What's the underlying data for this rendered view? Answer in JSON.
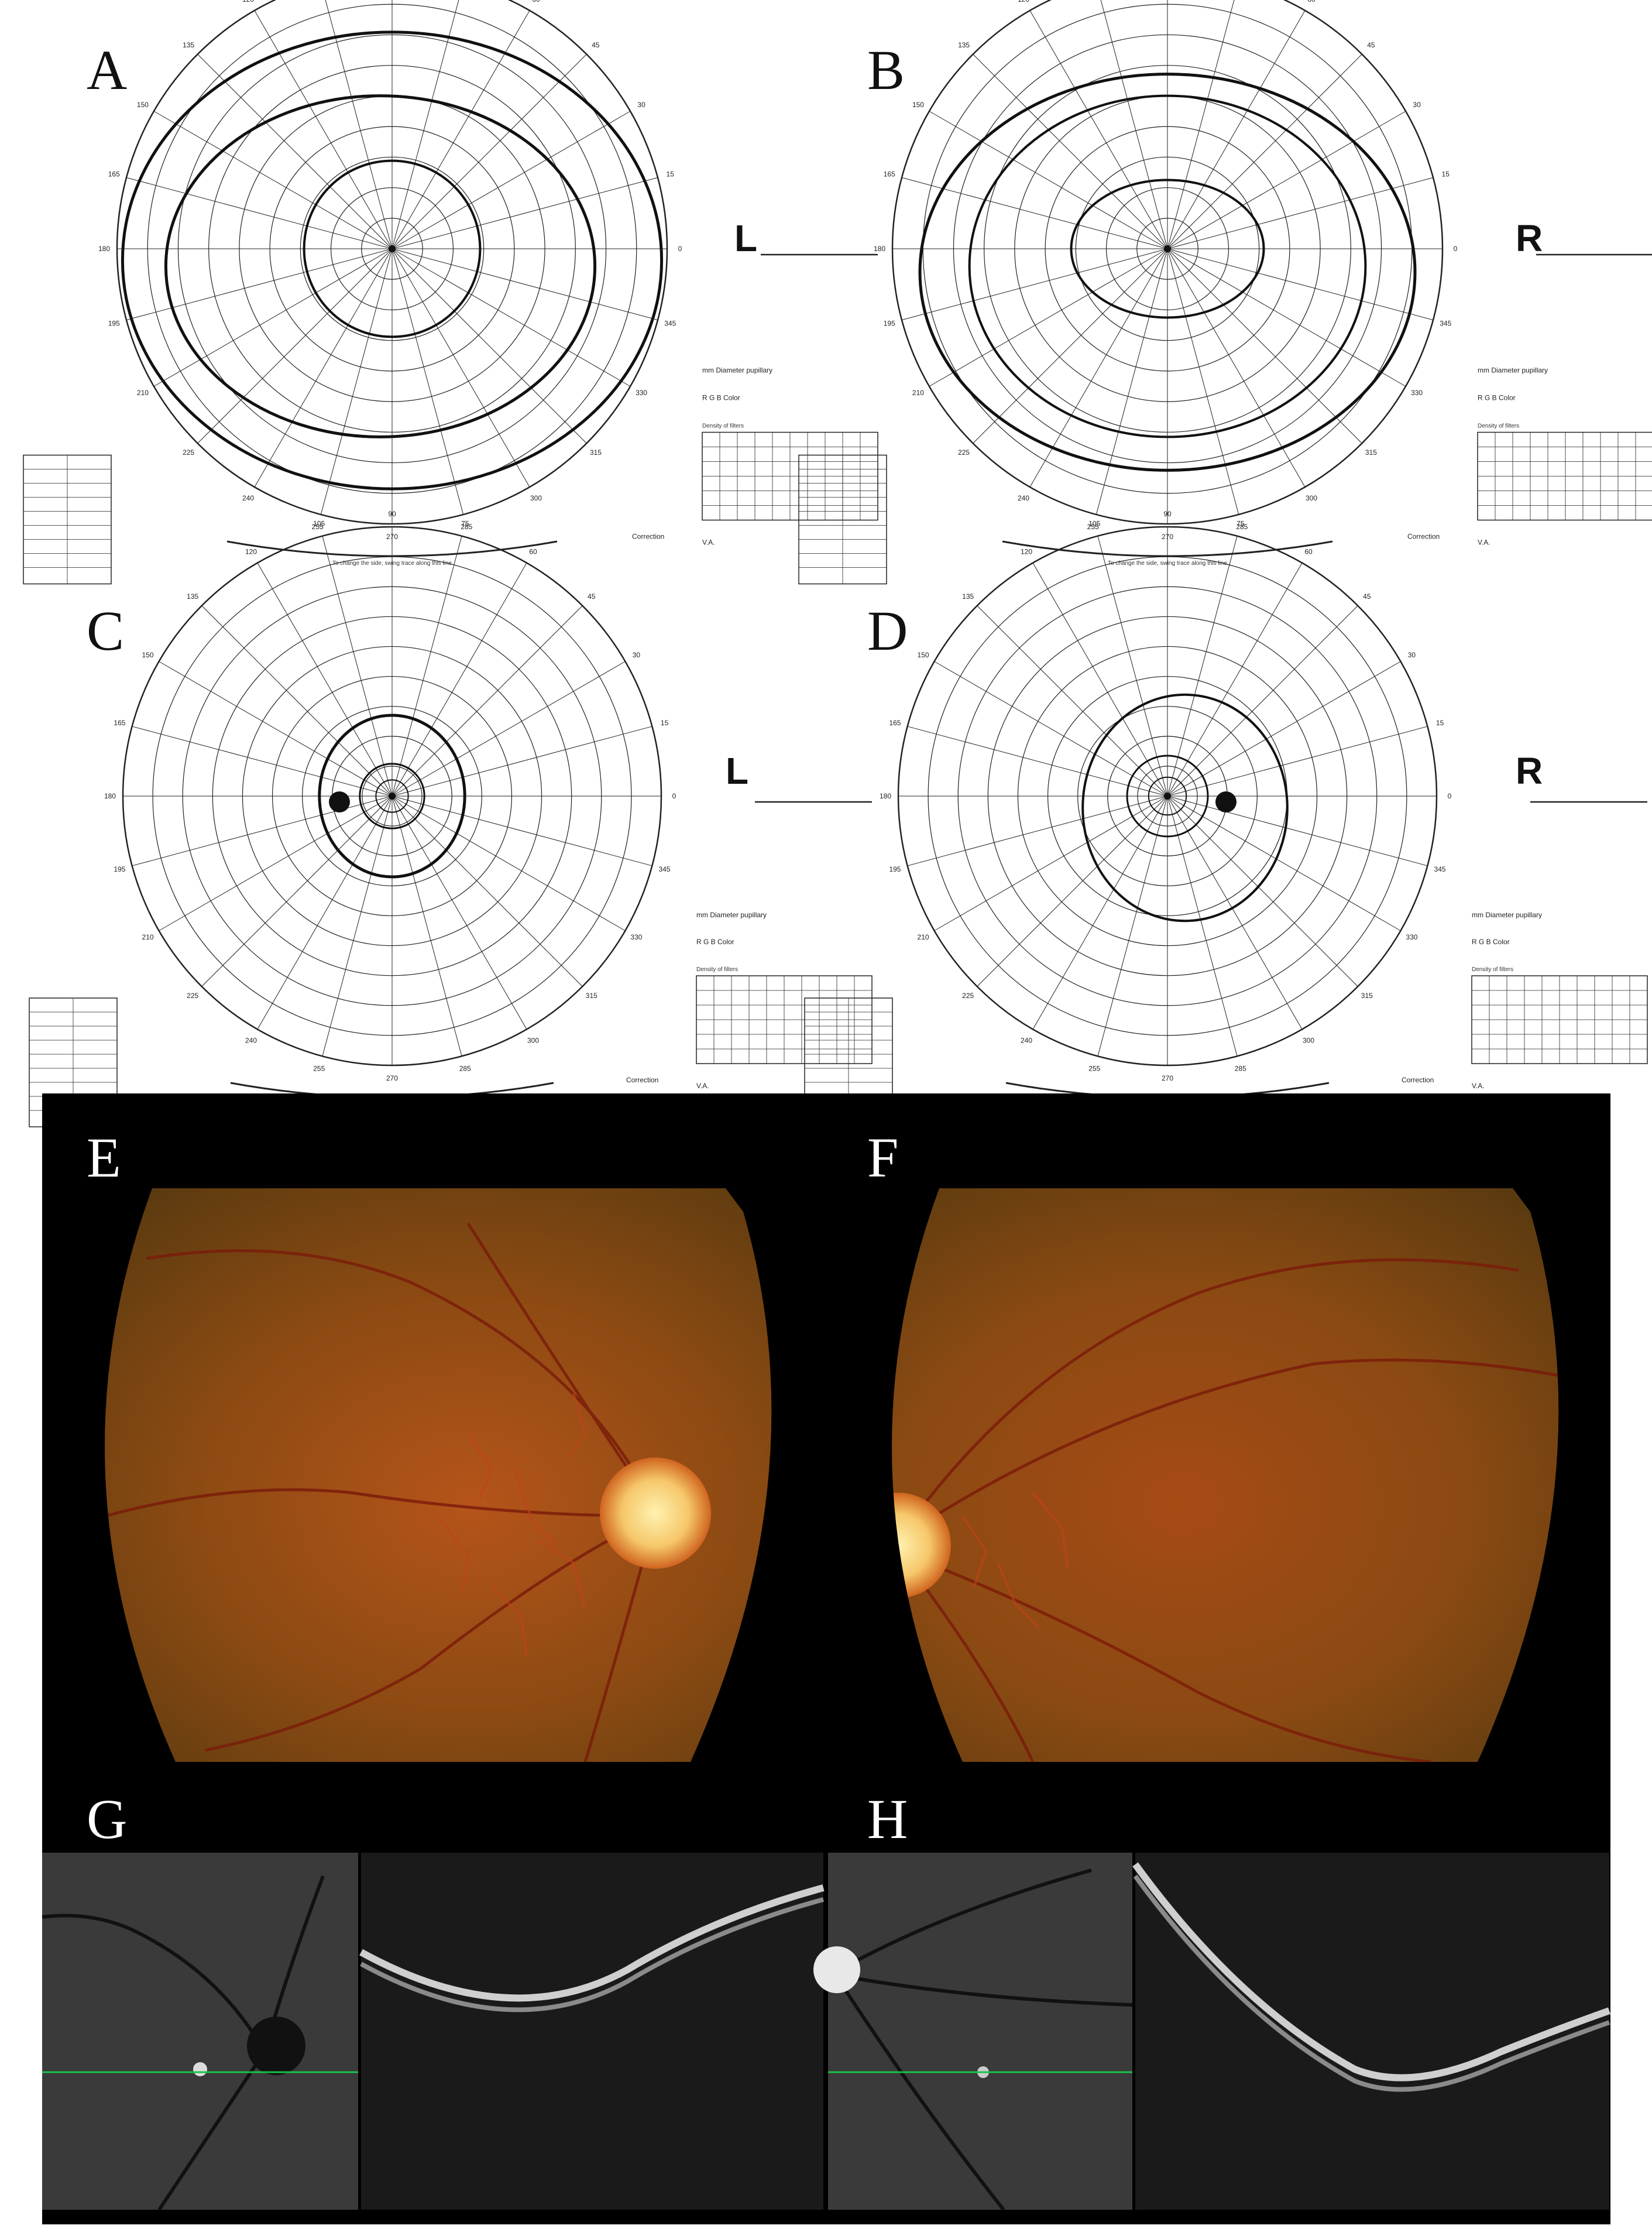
{
  "panels": [
    {
      "letter": "A",
      "eye_label": "L"
    },
    {
      "letter": "B",
      "eye_label": "R"
    },
    {
      "letter": "C",
      "eye_label": "L"
    },
    {
      "letter": "D",
      "eye_label": "R"
    },
    {
      "letter": "E"
    },
    {
      "letter": "F"
    },
    {
      "letter": "G"
    },
    {
      "letter": "H"
    }
  ],
  "field_chart": {
    "angles_top": [
      "120",
      "105",
      "90",
      "75",
      "60",
      "45"
    ],
    "angles_side_left": [
      "135",
      "150",
      "165",
      "180",
      "195",
      "210",
      "225"
    ],
    "angles_side_right": [
      "30",
      "15",
      "0",
      "345",
      "330",
      "315"
    ],
    "angles_bottom": [
      "240",
      "255",
      "270",
      "285",
      "300"
    ],
    "diameter_text": "mm  Diameter pupillary",
    "color_text": "R G B  Color",
    "density_title": "Density of filters",
    "change_side_text": "To change the side, swing trace along this line",
    "correction_text": "Correction",
    "va_text": "V.A."
  },
  "colors": {
    "chart_line": "#222222",
    "isopter": "#111111",
    "fundus_bg": "#000000",
    "fundus_base": "#8a4a12",
    "optic_disc": "#f6c76a",
    "oct_scan_line": "#19c24a"
  }
}
